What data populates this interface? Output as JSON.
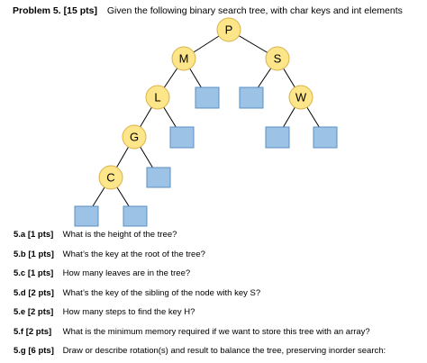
{
  "header": {
    "title": "Problem 5. [15 pts]",
    "description": "Given the following binary search tree, with char keys and int elements"
  },
  "tree": {
    "nodes": [
      {
        "key": "P"
      },
      {
        "key": "M"
      },
      {
        "key": "S"
      },
      {
        "key": "L"
      },
      {
        "key": "W"
      },
      {
        "key": "G"
      },
      {
        "key": "C"
      }
    ]
  },
  "questions": [
    {
      "id": "5.a [1 pts]",
      "text": "What is the height of the tree?"
    },
    {
      "id": "5.b [1 pts]",
      "text": "What’s the key at the root of the tree?"
    },
    {
      "id": "5.c [1 pts]",
      "text": "How many leaves are in the tree?"
    },
    {
      "id": "5.d [2 pts]",
      "text": "What’s the key of the sibling of the node with key S?"
    },
    {
      "id": "5.e [2 pts]",
      "text": "How many steps to find the key H?"
    },
    {
      "id": "5.f  [2 pts]",
      "text": "What is the minimum memory required if we want to store this tree with an array?"
    },
    {
      "id": "5.g [6 pts]",
      "text": "Draw or describe rotation(s) and result to balance the tree, preserving inorder search:"
    }
  ],
  "colors": {
    "node_fill": "#fde58a",
    "leaf_fill": "#9cc3e6"
  }
}
